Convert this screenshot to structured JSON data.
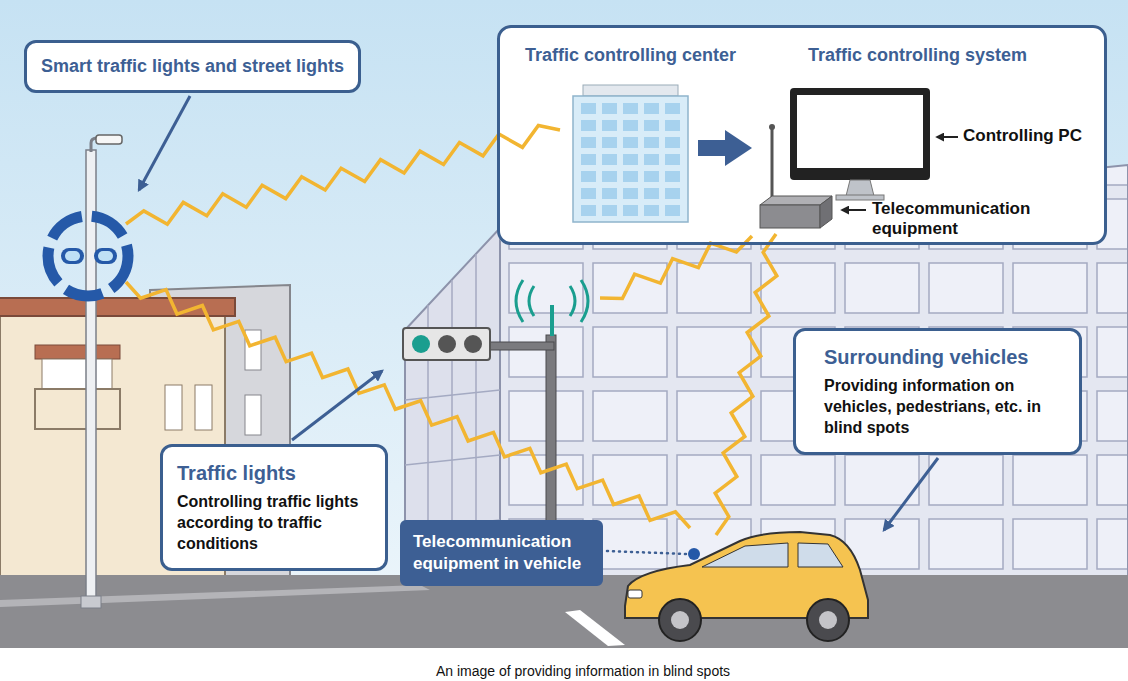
{
  "diagram": {
    "caption": "An image of providing information in blind spots",
    "nodes": [
      {
        "text": [
          "Smart traffic lights and street lights"
        ]
      },
      {
        "text": [
          "Traffic controlling center",
          "Traffic controlling system"
        ]
      },
      {
        "text": [
          "Surrounding vehicles",
          "Providing information on vehicles, pedestrians, etc. in blind spots"
        ]
      },
      {
        "text": [
          "Traffic lights",
          "Controlling traffic lights according to traffic conditions"
        ]
      },
      {
        "text": [
          "Telecommunication equipment in vehicle"
        ]
      }
    ],
    "labels": [
      "Controlling PC",
      "Telecommunication equipment"
    ]
  }
}
